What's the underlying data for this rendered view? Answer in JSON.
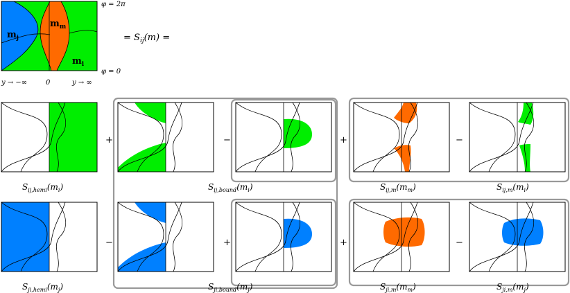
{
  "colors": {
    "green": "#00ee00",
    "orange": "#ff6a00",
    "blue": "#0080ff",
    "frame": "#999999"
  },
  "main": {
    "phi_top": "φ = 2π",
    "phi_bottom": "φ = 0",
    "y_left": "y → −∞",
    "y_center": "0",
    "y_right": "y → ∞",
    "region_j": "m",
    "region_j_sub": "j",
    "region_m": "m",
    "region_m_sub": "m",
    "region_i": "m",
    "region_i_sub": "i",
    "equation": "= S",
    "equation_sub": "ij",
    "equation_tail": "(m) ="
  },
  "operators": {
    "r1_plus1": "+",
    "r1_minus1": "−",
    "r1_plus2": "+",
    "r1_minus2": "−",
    "r2_minus1": "−",
    "r2_plus1": "+",
    "r2_plus2": "+",
    "r2_minus2": "−"
  },
  "captions": {
    "r1_hemi": {
      "base": "S",
      "sub": "ij,hemi",
      "arg": "(m",
      "arg_sub": "i",
      "close": ")"
    },
    "r1_bound": {
      "base": "S",
      "sub": "ij,bound",
      "arg": "(m",
      "arg_sub": "i",
      "close": ")"
    },
    "r1_mm": {
      "base": "S",
      "sub": "ij,m",
      "arg": "(m",
      "arg_sub": "m",
      "close": ")"
    },
    "r1_mi": {
      "base": "S",
      "sub": "ij,m",
      "arg": "(m",
      "arg_sub": "i",
      "close": ")"
    },
    "r2_hemi": {
      "base": "S",
      "sub": "ji,hemi",
      "arg": "(m",
      "arg_sub": "j",
      "close": ")"
    },
    "r2_bound": {
      "base": "S",
      "sub": "ji,bound",
      "arg": "(m",
      "arg_sub": "j",
      "close": ")"
    },
    "r2_mm": {
      "base": "S",
      "sub": "ji,m",
      "arg": "(m",
      "arg_sub": "m",
      "close": ")"
    },
    "r2_mj": {
      "base": "S",
      "sub": "ji,m",
      "arg": "(m",
      "arg_sub": "j",
      "close": ")"
    }
  }
}
